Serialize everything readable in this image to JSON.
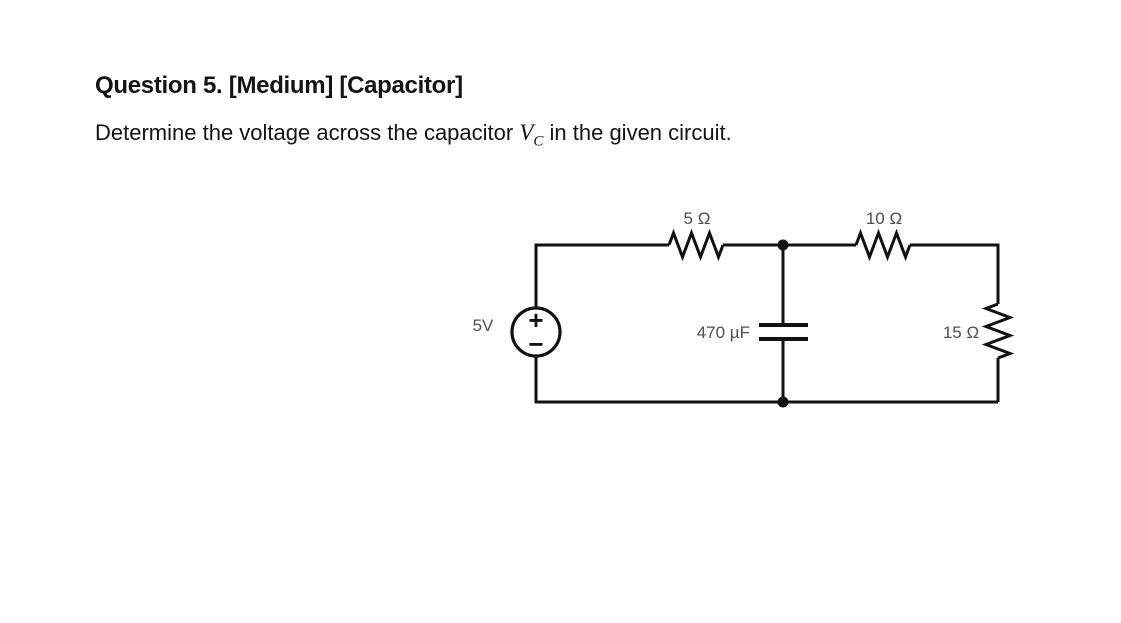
{
  "question": {
    "heading": "Question 5. [Medium] [Capacitor]",
    "body_before": "Determine the voltage across the capacitor ",
    "math_variable": "V",
    "math_subscript": "C",
    "body_after": " in the given circuit."
  },
  "circuit": {
    "source": {
      "type": "dc-voltage-source",
      "label": "5V",
      "plus": "+",
      "minus": "−"
    },
    "resistors": [
      {
        "id": "R1",
        "label": "5 Ω",
        "position": "top-left"
      },
      {
        "id": "R2",
        "label": "10 Ω",
        "position": "top-right"
      },
      {
        "id": "R3",
        "label": "15 Ω",
        "position": "right"
      }
    ],
    "capacitor": {
      "id": "C1",
      "label": "470 µF",
      "position": "middle"
    },
    "colors": {
      "wire": "#111111",
      "label": "#4f4f4f",
      "background": "#ffffff"
    }
  }
}
